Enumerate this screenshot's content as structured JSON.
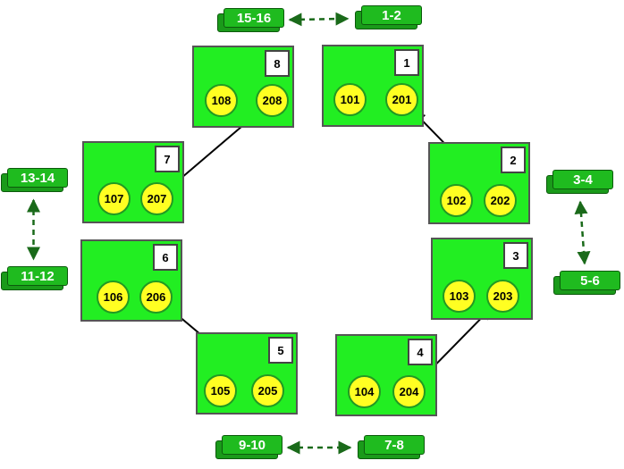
{
  "colors": {
    "box": "#22ee22",
    "node": "#ffff22",
    "tag": "#1fbb1f",
    "link": "#000000",
    "pair_link": "#1a6a1a"
  },
  "boxes": [
    {
      "id": "1",
      "nodes": [
        "101",
        "201"
      ]
    },
    {
      "id": "2",
      "nodes": [
        "102",
        "202"
      ]
    },
    {
      "id": "3",
      "nodes": [
        "103",
        "203"
      ]
    },
    {
      "id": "4",
      "nodes": [
        "104",
        "204"
      ]
    },
    {
      "id": "5",
      "nodes": [
        "105",
        "205"
      ]
    },
    {
      "id": "6",
      "nodes": [
        "106",
        "206"
      ]
    },
    {
      "id": "7",
      "nodes": [
        "107",
        "207"
      ]
    },
    {
      "id": "8",
      "nodes": [
        "108",
        "208"
      ]
    }
  ],
  "links": [
    {
      "from": "201",
      "to": "202",
      "style": "solid-bidirectional"
    },
    {
      "from": "203",
      "to": "204",
      "style": "solid-bidirectional"
    },
    {
      "from": "205",
      "to": "206",
      "style": "solid-bidirectional"
    },
    {
      "from": "207",
      "to": "208",
      "style": "solid-bidirectional"
    }
  ],
  "pair_tags": [
    "1-2",
    "3-4",
    "5-6",
    "7-8",
    "9-10",
    "11-12",
    "13-14",
    "15-16"
  ],
  "pair_links": [
    {
      "from": "15-16",
      "to": "1-2",
      "style": "dashed-bidirectional"
    },
    {
      "from": "3-4",
      "to": "5-6",
      "style": "dashed-bidirectional"
    },
    {
      "from": "9-10",
      "to": "7-8",
      "style": "dashed-bidirectional"
    },
    {
      "from": "13-14",
      "to": "11-12",
      "style": "dashed-bidirectional"
    }
  ]
}
